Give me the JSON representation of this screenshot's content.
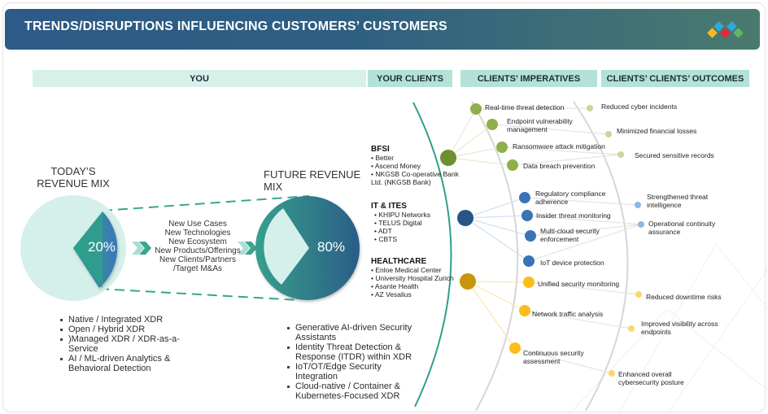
{
  "header": {
    "title": "TRENDS/DISRUPTIONS INFLUENCING CUSTOMERS’ CUSTOMERS",
    "logo_colors": [
      "#f6b921",
      "#2fa8d8",
      "#e6283d",
      "#2fa8d8",
      "#5bb85c"
    ]
  },
  "columns": {
    "you": "YOU",
    "your_clients": "YOUR CLIENTS",
    "clients_imperatives": "CLIENTS’ IMPERATIVES",
    "clients_clients_outcomes": "CLIENTS’ CLIENTS’ OUTCOMES"
  },
  "revenue": {
    "today_title_line1": "TODAY’S",
    "today_title_line2": "REVENUE MIX",
    "today_percent": "20%",
    "future_title": "FUTURE REVENUE MIX",
    "future_percent": "80%",
    "drivers": [
      "New Use Cases",
      "New Technologies",
      "New Ecosystem",
      "New Products/Offerings",
      "New Clients/Partners",
      "/Target M&As"
    ],
    "today_items": [
      "Native / Integrated XDR",
      "Open / Hybrid XDR",
      ")Managed XDR / XDR-as-a-Service",
      "AI / ML-driven Analytics & Behavioral Detection"
    ],
    "future_items": [
      "Generative AI-driven Security Assistants",
      "Identity Threat Detection & Response (ITDR) within XDR",
      "IoT/OT/Edge Security Integration",
      "Cloud-native / Container & Kubernetes-Focused XDR"
    ]
  },
  "clients": [
    {
      "segment": "BFSI",
      "color": "#6f8f2e",
      "members": [
        "Better",
        "Ascend Money",
        "NKGSB Co-operative Bank Ltd. (NKGSB Bank)"
      ],
      "imperatives": [
        "Real-time threat detection",
        "Endpoint vulnerability management",
        "Ransomware attack mitigation",
        "Data breach prevention"
      ],
      "imperative_color": "#8db04a",
      "outcomes": [
        "Reduced cyber incidents",
        "Minimized financial losses",
        "Secured sensitive records"
      ],
      "outcome_color": "#c5d89a"
    },
    {
      "segment": "IT & ITES",
      "color": "#285586",
      "members": [
        "KHIPU Networks",
        "TELUS Digital",
        "ADT",
        "CBTS"
      ],
      "imperatives": [
        "Regulatory compliance adherence",
        "Insider threat monitoring",
        "Multi-cloud security enforcement",
        "IoT device protection"
      ],
      "imperative_color": "#3a74b6",
      "outcomes": [
        "Strengthened threat intelligence",
        "Operational continuity assurance"
      ],
      "outcome_color": "#8db8e2"
    },
    {
      "segment": "HEALTHCARE",
      "color": "#c9950a",
      "members": [
        "Enloe Medical Center",
        "University Hospital Zurich",
        "Asante Health",
        "AZ Vesalius"
      ],
      "imperatives": [
        "Unified security monitoring",
        "Network traffic analysis",
        "Continuous security assessment"
      ],
      "imperative_color": "#fbbd1a",
      "outcomes": [
        "Reduced downtime risks",
        "Improved visibility across endpoints",
        "Enhanced overall cybersecurity posture"
      ],
      "outcome_color": "#fbd66a"
    }
  ]
}
